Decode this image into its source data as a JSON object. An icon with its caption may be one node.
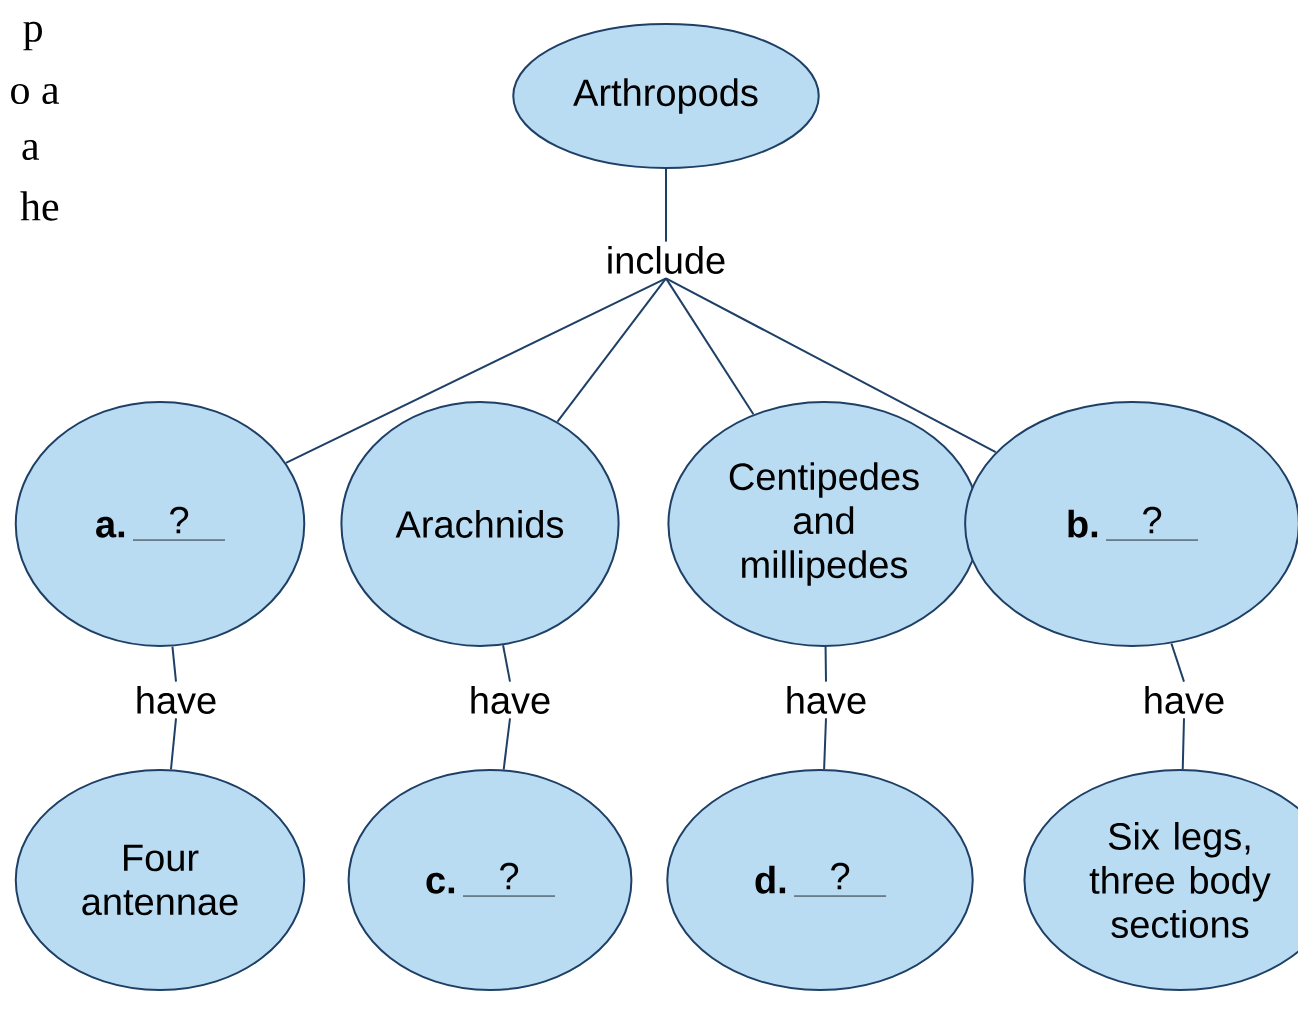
{
  "diagram": {
    "nodes": [
      {
        "text": [
          "Arthropods"
        ]
      },
      {
        "text": [
          "include"
        ]
      },
      {
        "text": [
          "a.",
          "?"
        ]
      },
      {
        "text": [
          "Arachnids"
        ]
      },
      {
        "text": [
          "Centipedes and millipedes"
        ]
      },
      {
        "text": [
          "b.",
          "?"
        ]
      },
      {
        "text": [
          "have"
        ]
      },
      {
        "text": [
          "have"
        ]
      },
      {
        "text": [
          "have"
        ]
      },
      {
        "text": [
          "have"
        ]
      },
      {
        "text": [
          "Four antennae"
        ]
      },
      {
        "text": [
          "c.",
          "?"
        ]
      },
      {
        "text": [
          "d.",
          "?"
        ]
      },
      {
        "text": [
          "Six legs, three body sections"
        ]
      }
    ],
    "edges": [
      {
        "from": 0,
        "to": 1,
        "arrow": "none"
      },
      {
        "from": 1,
        "to": 2,
        "arrow": "none"
      },
      {
        "from": 1,
        "to": 3,
        "arrow": "none"
      },
      {
        "from": 1,
        "to": 4,
        "arrow": "none"
      },
      {
        "from": 1,
        "to": 5,
        "arrow": "none"
      },
      {
        "from": 2,
        "to": 6,
        "arrow": "none"
      },
      {
        "from": 3,
        "to": 7,
        "arrow": "none"
      },
      {
        "from": 4,
        "to": 8,
        "arrow": "none"
      },
      {
        "from": 5,
        "to": 9,
        "arrow": "none"
      },
      {
        "from": 6,
        "to": 10,
        "arrow": "none"
      },
      {
        "from": 7,
        "to": 11,
        "arrow": "none"
      },
      {
        "from": 8,
        "to": 12,
        "arrow": "none"
      },
      {
        "from": 9,
        "to": 13,
        "arrow": "none"
      }
    ],
    "labels": [
      "p",
      "o a",
      "a",
      "he"
    ]
  }
}
